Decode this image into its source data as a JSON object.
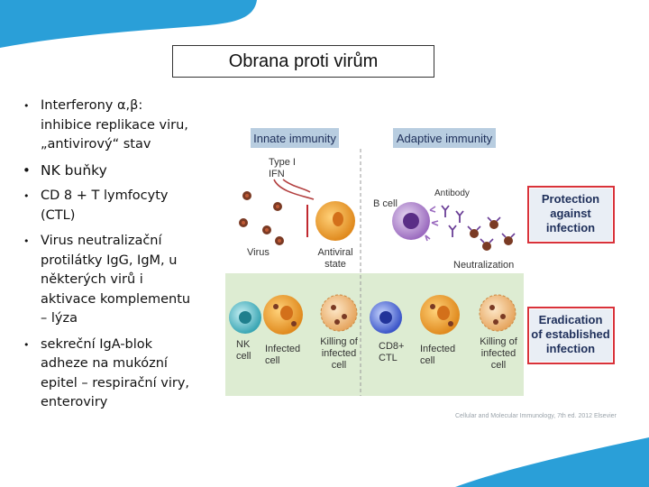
{
  "slide": {
    "title": "Obrana proti virům",
    "colors": {
      "accent_blue": "#2a9fd8",
      "box_red": "#d9323a",
      "panel_green": "#ddecd2"
    }
  },
  "bullets": [
    {
      "lines": [
        "Interferony α,β:",
        "inhibice replikace viru,",
        "„antivirový“ stav"
      ],
      "size": "small"
    },
    {
      "lines": [
        "NK buňky"
      ],
      "size": "large"
    },
    {
      "lines": [
        "CD 8 + T lymfocyty",
        "(CTL)"
      ],
      "size": "small"
    },
    {
      "lines": [
        "Virus neutralizační",
        "protilátky IgG, IgM, u",
        "některých virů i",
        "aktivace  komplementu",
        "– lýza"
      ],
      "size": "small"
    },
    {
      "lines": [
        "sekreční IgA-blok",
        "adheze na mukózní",
        "epitel – respirační viry,",
        "enteroviry"
      ],
      "size": "small"
    }
  ],
  "figure": {
    "innate_label": "Innate immunity",
    "adaptive_label": "Adaptive immunity",
    "type1ifn": [
      "Type I",
      "IFN"
    ],
    "virus": "Virus",
    "antiviral_state": [
      "Antiviral",
      "state"
    ],
    "b_cell": "B cell",
    "antibody": "Antibody",
    "neutralization": "Neutralization",
    "protection": [
      "Protection",
      "against",
      "infection"
    ],
    "nk_cell": [
      "NK",
      "cell"
    ],
    "infected_cell": [
      "Infected",
      "cell"
    ],
    "killing": [
      "Killing of",
      "infected",
      "cell"
    ],
    "cd8": [
      "CD8+",
      "CTL"
    ],
    "infected_cell_2": [
      "Infected",
      "cell"
    ],
    "killing_2": [
      "Killing of",
      "infected",
      "cell"
    ],
    "eradication": [
      "Eradication",
      "of established",
      "infection"
    ],
    "credit": "Cellular and Molecular Immunology, 7th ed. 2012 Elsevier"
  }
}
